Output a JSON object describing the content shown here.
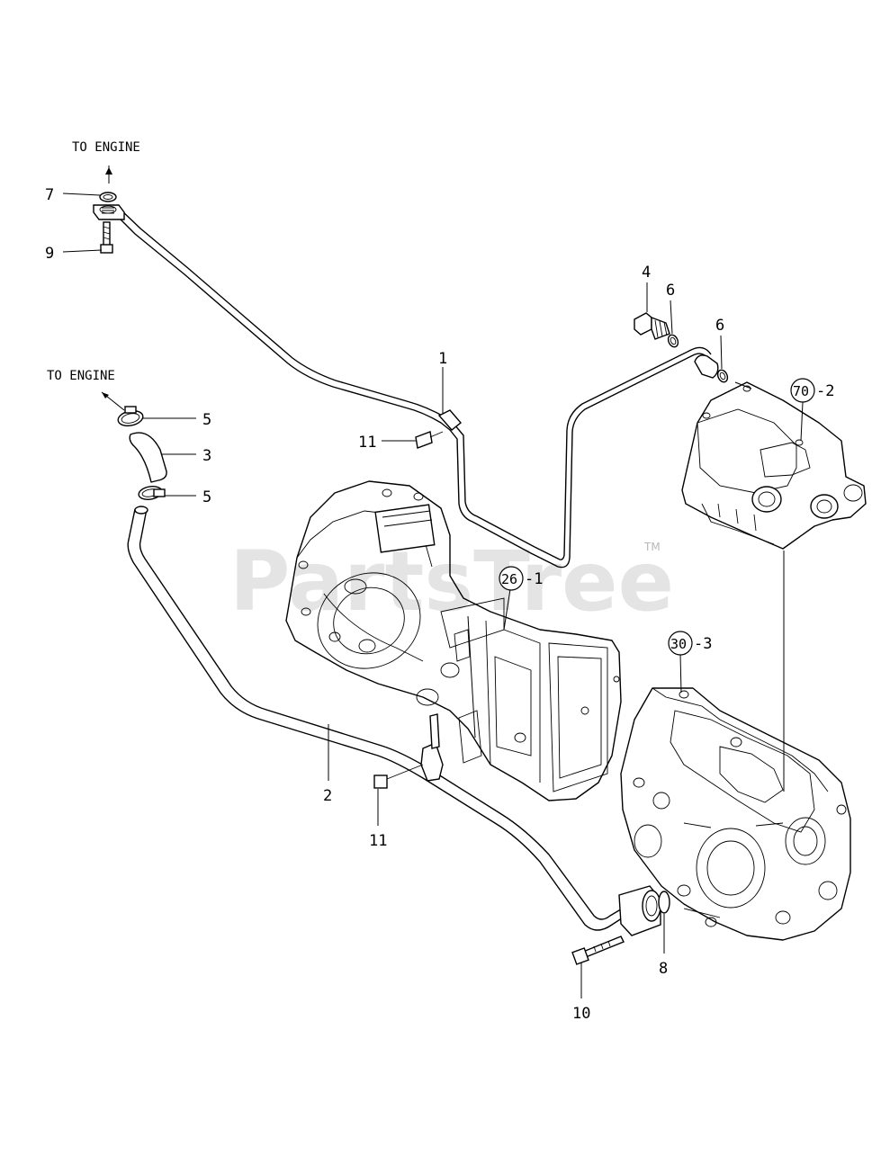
{
  "diagram": {
    "notes": {
      "to_engine_top": "TO ENGINE",
      "to_engine_left": "TO ENGINE"
    },
    "callouts": {
      "c1": "1",
      "c2": "2",
      "c3": "3",
      "c4": "4",
      "c5a": "5",
      "c5b": "5",
      "c6a": "6",
      "c6b": "6",
      "c7": "7",
      "c8": "8",
      "c9": "9",
      "c10": "10",
      "c11a": "11",
      "c11b": "11"
    },
    "refs": {
      "r26": {
        "num": "26",
        "suffix": "-1"
      },
      "r30": {
        "num": "30",
        "suffix": "-3"
      },
      "r70": {
        "num": "70",
        "suffix": "-2"
      }
    },
    "watermark": {
      "brand": "PartsTree",
      "trademark": "TM"
    }
  }
}
